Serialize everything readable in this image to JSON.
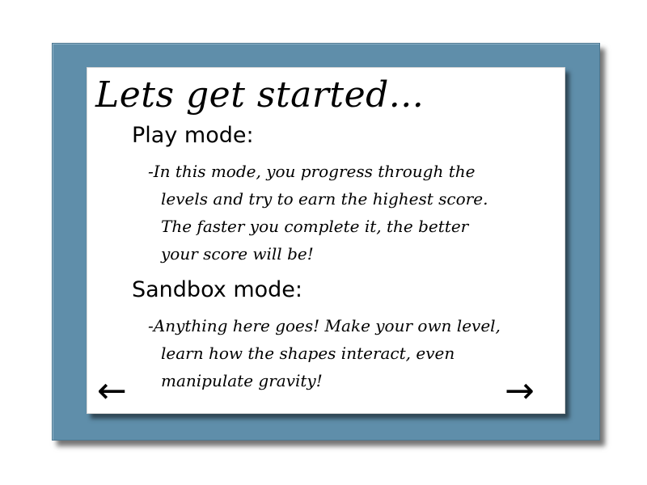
{
  "title": "Lets get started...",
  "play": {
    "heading": "Play mode:",
    "lines": [
      "-In this mode, you progress through the",
      "levels and try to earn the highest score.",
      "The faster you complete it, the better",
      "your score will be!"
    ]
  },
  "sandbox": {
    "heading": "Sandbox mode:",
    "lines": [
      "-Anything here goes! Make your own level,",
      "learn how the shapes interact, even",
      "manipulate gravity!"
    ]
  },
  "navigation": {
    "prev_label": "←",
    "next_label": "→",
    "prev_icon": "left-arrow-icon",
    "next_icon": "right-arrow-icon"
  },
  "colors": {
    "frame": "#5f8eaa",
    "card": "#ffffff",
    "text": "#000000"
  }
}
